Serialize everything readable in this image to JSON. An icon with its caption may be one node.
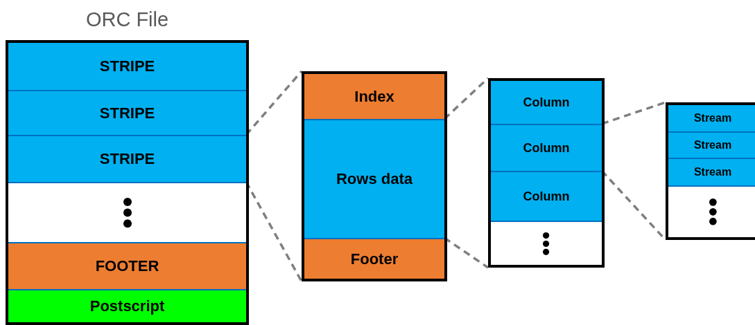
{
  "diagram": {
    "nodes": [
      {
        "text": [
          "ORC File"
        ]
      },
      {
        "text": [
          "STRIPE"
        ],
        "in": 0
      },
      {
        "text": [
          "STRIPE"
        ],
        "in": 0
      },
      {
        "text": [
          "STRIPE"
        ],
        "in": 0
      },
      {
        "text": [],
        "shape": "box",
        "in": 0
      },
      {
        "text": [
          "FOOTER"
        ],
        "in": 0
      },
      {
        "text": [
          "Postscript"
        ],
        "in": 0
      },
      {
        "text": [],
        "shape": "box"
      },
      {
        "text": [
          "Index"
        ],
        "in": 7
      },
      {
        "text": [
          "Rows data"
        ],
        "in": 7
      },
      {
        "text": [
          "Footer"
        ],
        "in": 7
      },
      {
        "text": [],
        "shape": "box"
      },
      {
        "text": [
          "Column"
        ],
        "in": 11
      },
      {
        "text": [
          "Column"
        ],
        "in": 11
      },
      {
        "text": [
          "Column"
        ],
        "in": 11
      },
      {
        "text": [],
        "shape": "box",
        "in": 11
      },
      {
        "text": [],
        "shape": "box"
      },
      {
        "text": [
          "Stream"
        ],
        "in": 16
      },
      {
        "text": [
          "Stream"
        ],
        "in": 16
      },
      {
        "text": [
          "Stream"
        ],
        "in": 16
      },
      {
        "text": [],
        "shape": "box",
        "in": 16
      }
    ],
    "edges": [
      {
        "from": 3,
        "to": 7,
        "arrow": "none",
        "style": "dashed"
      },
      {
        "from": 3,
        "to": 7,
        "arrow": "none",
        "style": "dashed"
      },
      {
        "from": 9,
        "to": 11,
        "arrow": "none",
        "style": "dashed"
      },
      {
        "from": 9,
        "to": 11,
        "arrow": "none",
        "style": "dashed"
      },
      {
        "from": 13,
        "to": 16,
        "arrow": "none",
        "style": "dashed"
      },
      {
        "from": 13,
        "to": 16,
        "arrow": "none",
        "style": "dashed"
      }
    ]
  }
}
